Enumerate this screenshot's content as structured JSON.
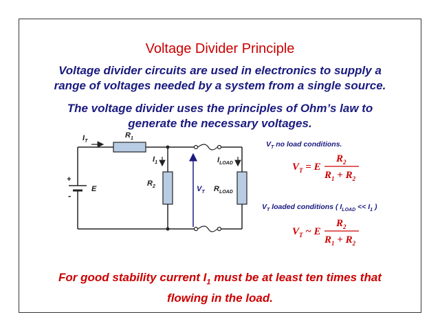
{
  "title": "Voltage Divider Principle",
  "para1_line1": "Voltage divider circuits are used in electronics to supply a",
  "para1_line2": "range of voltages needed by a system from a single source.",
  "para2_line1": "The voltage divider uses the principles of Ohm’s law to",
  "para2_line2": "generate the necessary voltages.",
  "footer_line1_a": "For good stability current I",
  "footer_line1_sub": "1",
  "footer_line1_b": " must be at least ten times that",
  "footer_line2": "flowing in the load.",
  "circuit": {
    "it": "I",
    "it_sub": "T",
    "r1": "R",
    "r1_sub": "1",
    "i1": "I",
    "i1_sub": "1",
    "r2": "R",
    "r2_sub": "2",
    "plus": "+",
    "minus": "-",
    "e": "E",
    "vt": "V",
    "vt_sub": "T",
    "iload": "I",
    "iload_sub": "LOAD",
    "rload": "R",
    "rload_sub": "LOAD"
  },
  "formulas": {
    "noload_label_v": "V",
    "noload_label_sub": "T",
    "noload_label_rest": " no load conditions.",
    "eq1_lhs": "V",
    "eq1_lhs_sub": "T",
    "eq1_op": " = E",
    "eq1_num": "R",
    "eq1_num_sub": "2",
    "eq1_den_a": "R",
    "eq1_den_a_sub": "1",
    "eq1_den_op": " + R",
    "eq1_den_b_sub": "2",
    "loaded_label_v": "V",
    "loaded_label_sub": "T",
    "loaded_label_mid": " loaded conditions ( I",
    "loaded_label_sub2": "LOAD",
    "loaded_label_mid2": " << I",
    "loaded_label_sub3": "1",
    "loaded_label_end": " )",
    "eq2_lhs": "V",
    "eq2_lhs_sub": "T",
    "eq2_op": " ~ E",
    "eq2_num": "R",
    "eq2_num_sub": "2",
    "eq2_den_a": "R",
    "eq2_den_a_sub": "1",
    "eq2_den_op": " + R",
    "eq2_den_b_sub": "2"
  },
  "colors": {
    "title": "#cc0000",
    "body": "#1a1a80",
    "resistor": "#b8cce4",
    "vt_arrow": "#1a1a80"
  }
}
